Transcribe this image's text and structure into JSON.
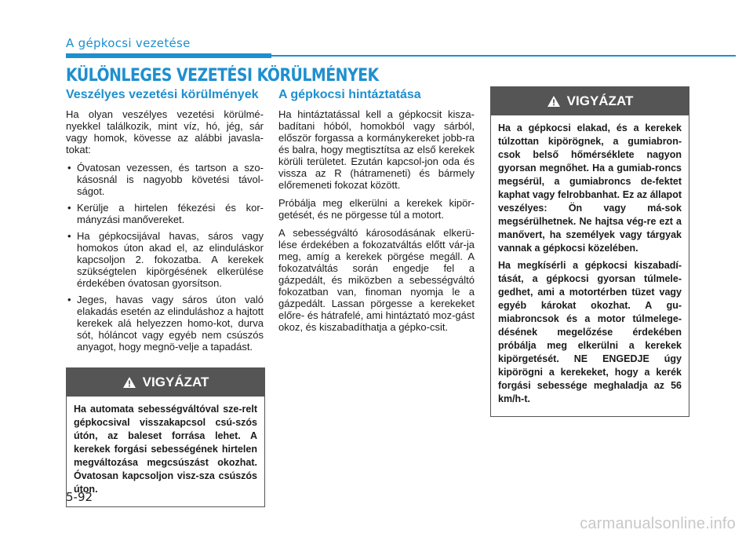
{
  "header": {
    "section": "A gépkocsi vezetése",
    "title": "KÜLÖNLEGES VEZETÉSI KÖRÜLMÉNYEK"
  },
  "col1": {
    "heading": "Veszélyes vezetési körülmények",
    "intro": "Ha olyan veszélyes vezetési körülmé-nyekkel találkozik, mint víz, hó, jég, sár vagy homok, kövesse az alábbi javasla-tokat:",
    "bullets": [
      "Óvatosan vezessen, és tartson a szo-kásosnál is nagyobb követési távol-ságot.",
      "Kerülje a hirtelen fékezési és kor-mányzási manővereket.",
      "Ha gépkocsijával havas, sáros vagy homokos úton akad el, az elinduláskor kapcsoljon 2. fokozatba. A kerekek szükségtelen kipörgésének elkerülése érdekében óvatosan gyorsítson.",
      "Jeges, havas vagy sáros úton való elakadás esetén az elinduláshoz a hajtott kerekek alá helyezzen homo-kot, durva sót, hóláncot vagy egyéb nem csúszós anyagot, hogy megnö-velje a tapadást."
    ]
  },
  "warning1": {
    "title": "VIGYÁZAT",
    "icon": "warning-triangle-icon",
    "text": "Ha automata sebességváltóval sze-relt gépkocsival visszakapcsol csú-szós útón, az baleset forrása lehet. A kerekek forgási sebességének hirtelen megváltozása megcsúszást okozhat. Óvatosan kapcsoljon visz-sza csúszós úton."
  },
  "col2": {
    "heading": "A gépkocsi hintáztatása",
    "paragraphs": [
      "Ha hintáztatással kell a gépkocsit kisza-badítani hóból, homokból vagy sárból, először forgassa a kormánykereket jobb-ra és balra, hogy megtisztítsa az első kerekek körüli területet. Ezután kapcsol-jon oda és vissza az R (hátrameneti) és bármely előremeneti fokozat között.",
      "Próbálja meg elkerülni a kerekek kipör-getését, és ne pörgesse túl a motort.",
      "A sebességváltó károsodásának elkerü-lése érdekében a fokozatváltás előtt vár-ja meg, amíg a kerekek pörgése megáll. A fokozatváltás során engedje fel a gázpedált, és miközben a sebességváltó fokozatban van, finoman nyomja le a gázpedált. Lassan pörgesse a kerekeket előre- és hátrafelé, ami hintáztató moz-gást okoz, és kiszabadíthatja a gépko-csit."
    ]
  },
  "warning2": {
    "title": "VIGYÁZAT",
    "icon": "warning-triangle-icon",
    "paragraphs": [
      "Ha a gépkocsi elakad, és a kerekek túlzottan kipörögnek, a gumiabron-csok belső hőmérséklete nagyon gyorsan megnőhet. Ha a gumiab-roncs megsérül, a gumiabroncs de-fektet kaphat vagy felrobbanhat. Ez az állapot veszélyes: Ön vagy má-sok megsérülhetnek. Ne hajtsa vég-re ezt a manővert, ha személyek vagy tárgyak vannak a gépkocsi közelében.",
      "Ha megkísérli a gépkocsi kiszabadí-tását, a gépkocsi gyorsan túlmele-gedhet, ami a motortérben tüzet vagy egyéb károkat okozhat. A gu-miabroncsok és a motor túlmelege-désének megelőzése érdekében próbálja meg elkerülni a kerekek kipörgetését. NE ENGEDJE úgy kipörögni a kerekeket, hogy a kerék forgási sebessége meghaladja az 56 km/h-t."
    ]
  },
  "footer": {
    "page": "5-92",
    "watermark": "carmanualsonline.info"
  },
  "colors": {
    "accent": "#1e8fcf",
    "warning_header": "#555555"
  }
}
